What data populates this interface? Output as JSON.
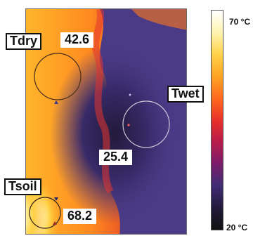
{
  "image": {
    "regions": [
      {
        "name": "Tdry",
        "label": "Tdry",
        "value": "42.6"
      },
      {
        "name": "Twet",
        "label": "Twet",
        "value": "25.4"
      },
      {
        "name": "Tsoil",
        "label": "Tsoil",
        "value": "68.2"
      }
    ]
  },
  "scale": {
    "max_label": "70 °C",
    "min_label": "20 °C",
    "colors": [
      "#ffffff",
      "#fff4b0",
      "#ffd24a",
      "#ffa423",
      "#ff6a1f",
      "#e8322a",
      "#b81b4b",
      "#7b1d6b",
      "#3f2c74",
      "#221a3a",
      "#111111"
    ]
  },
  "palette": {
    "hot": "#ffe46b",
    "warm": "#ff7a1c",
    "mid": "#d8263a",
    "cool": "#4b3a86",
    "cold": "#1e1a3e"
  }
}
